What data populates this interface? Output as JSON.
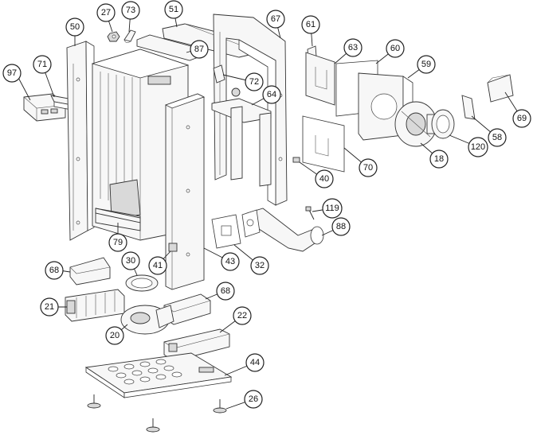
{
  "callouts": [
    {
      "id": "97",
      "label": "97"
    },
    {
      "id": "71",
      "label": "71"
    },
    {
      "id": "50",
      "label": "50"
    },
    {
      "id": "27",
      "label": "27"
    },
    {
      "id": "73",
      "label": "73"
    },
    {
      "id": "51",
      "label": "51"
    },
    {
      "id": "87",
      "label": "87"
    },
    {
      "id": "67",
      "label": "67"
    },
    {
      "id": "72",
      "label": "72"
    },
    {
      "id": "64",
      "label": "64"
    },
    {
      "id": "61",
      "label": "61"
    },
    {
      "id": "63",
      "label": "63"
    },
    {
      "id": "60",
      "label": "60"
    },
    {
      "id": "59",
      "label": "59"
    },
    {
      "id": "69",
      "label": "69"
    },
    {
      "id": "58",
      "label": "58"
    },
    {
      "id": "120",
      "label": "120"
    },
    {
      "id": "18",
      "label": "18"
    },
    {
      "id": "70",
      "label": "70"
    },
    {
      "id": "40",
      "label": "40"
    },
    {
      "id": "119",
      "label": "119"
    },
    {
      "id": "88",
      "label": "88"
    },
    {
      "id": "32",
      "label": "32"
    },
    {
      "id": "43",
      "label": "43"
    },
    {
      "id": "41",
      "label": "41"
    },
    {
      "id": "79",
      "label": "79"
    },
    {
      "id": "30",
      "label": "30"
    },
    {
      "id": "68a",
      "label": "68"
    },
    {
      "id": "68b",
      "label": "68"
    },
    {
      "id": "21",
      "label": "21"
    },
    {
      "id": "20",
      "label": "20"
    },
    {
      "id": "22",
      "label": "22"
    },
    {
      "id": "44",
      "label": "44"
    },
    {
      "id": "26",
      "label": "26"
    }
  ]
}
